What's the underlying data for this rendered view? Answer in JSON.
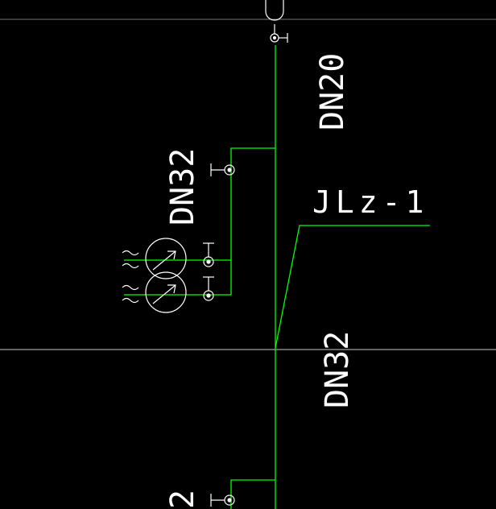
{
  "drawing": {
    "colors": {
      "background": "#000000",
      "pipe": "#00ff00",
      "symbol": "#ffffff",
      "crosshair": "#c8c8c8",
      "text": "#ffffff"
    },
    "labels": {
      "riser_size_upper": "DN20",
      "riser_size_lower": "DN32",
      "branch_size": "DN32",
      "riser_tag": "JLz-1",
      "floor_number": "2"
    },
    "icons": [
      "gate-valve-icon",
      "water-meter-icon",
      "crosshair"
    ]
  }
}
